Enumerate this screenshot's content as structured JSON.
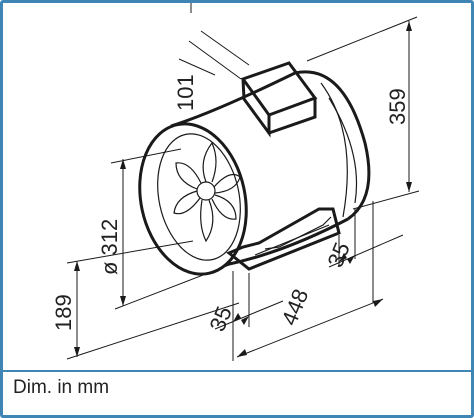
{
  "caption": "Dim. in mm",
  "dimensions": {
    "width": "448",
    "height": "359",
    "diameter": "ø 312",
    "axis_height": "189",
    "terminal_box": "101",
    "foot_front": "35",
    "foot_rear": "35"
  },
  "colors": {
    "frame": "#3f86b5",
    "ink": "#1a1a1a"
  }
}
